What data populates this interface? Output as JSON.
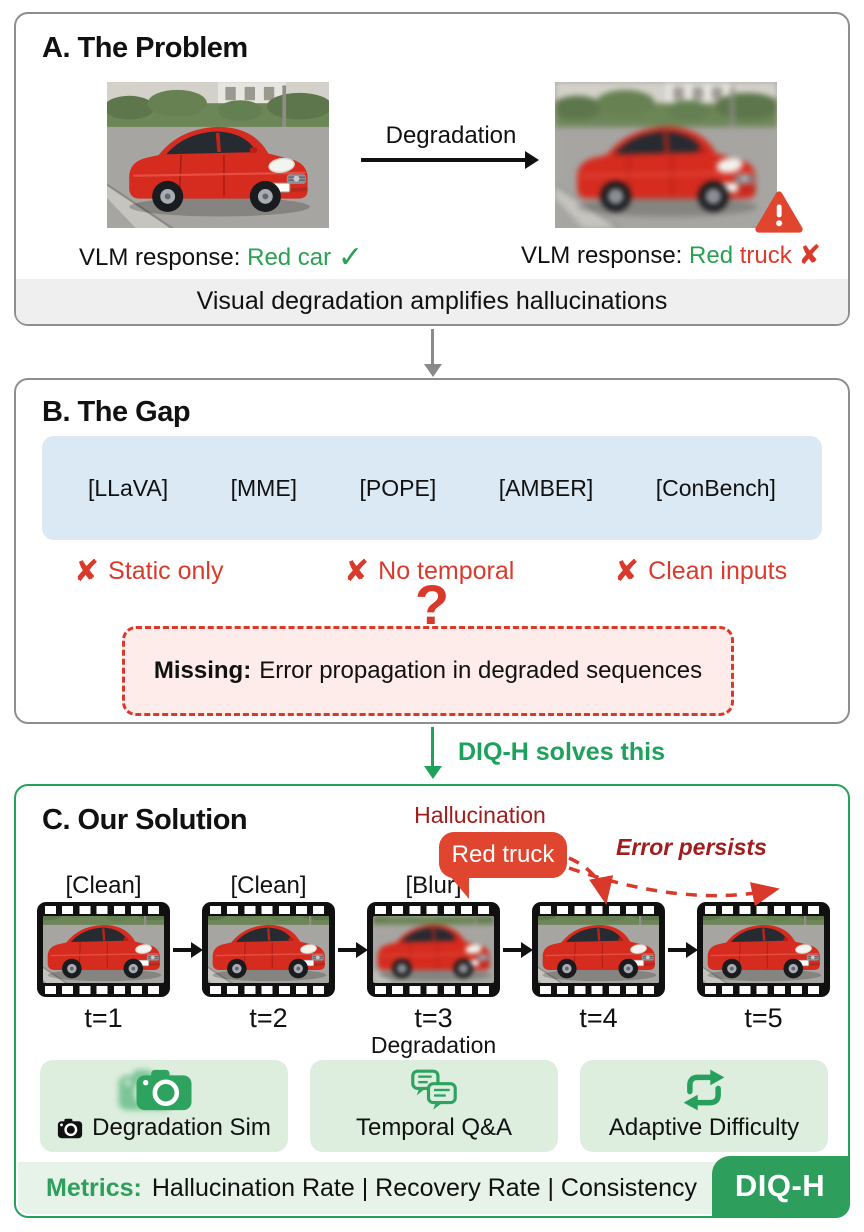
{
  "colors": {
    "accent_green": "#27a05e",
    "error_red": "#d93a2b",
    "dark_red": "#a01d1d",
    "benchmark_box_blue": "#dbe9f5",
    "missing_box_pink": "#fdecea",
    "caption_gray": "#efefef",
    "feature_green": "#ddeede",
    "metrics_green": "#e7f2e9",
    "badge_green": "#2d9e5c"
  },
  "panel_a": {
    "title": "A. The Problem",
    "arrow_label": "Degradation",
    "left_response": {
      "prefix": "VLM response: ",
      "answer": "Red car",
      "mark": "✓"
    },
    "right_response": {
      "prefix": "VLM response: ",
      "word_ok": "Red",
      "word_bad": "truck",
      "mark": "✘"
    },
    "caption": "Visual degradation amplifies hallucinations"
  },
  "panel_b": {
    "title": "B. The Gap",
    "benchmarks": [
      "[LLaVA]",
      "[MME]",
      "[POPE]",
      "[AMBER]",
      "[ConBench]"
    ],
    "cross_glyph": "✘",
    "limitations": [
      "Static only",
      "No temporal",
      "Clean inputs"
    ],
    "question_glyph": "?",
    "missing_label": "Missing:",
    "missing_text": "Error propagation in degraded sequences"
  },
  "transition": {
    "label": "DIQ-H solves this"
  },
  "panel_c": {
    "title": "C. Our Solution",
    "hallucination_label": "Hallucination",
    "bubble_text": "Red truck",
    "error_label": "Error persists",
    "frames": [
      {
        "tag": "[Clean]",
        "time": "t=1"
      },
      {
        "tag": "[Clean]",
        "time": "t=2"
      },
      {
        "tag": "[Blur]",
        "time": "t=3"
      },
      {
        "tag": "",
        "time": "t=4"
      },
      {
        "tag": "",
        "time": "t=5"
      }
    ],
    "degradation_label": "Degradation",
    "features": [
      {
        "label": "Degradation Sim"
      },
      {
        "label": "Temporal Q&A"
      },
      {
        "label": "Adaptive Difficulty"
      }
    ],
    "metrics_label": "Metrics:",
    "metrics_text": "Hallucination Rate | Recovery Rate | Consistency",
    "badge": "DIQ-H"
  }
}
